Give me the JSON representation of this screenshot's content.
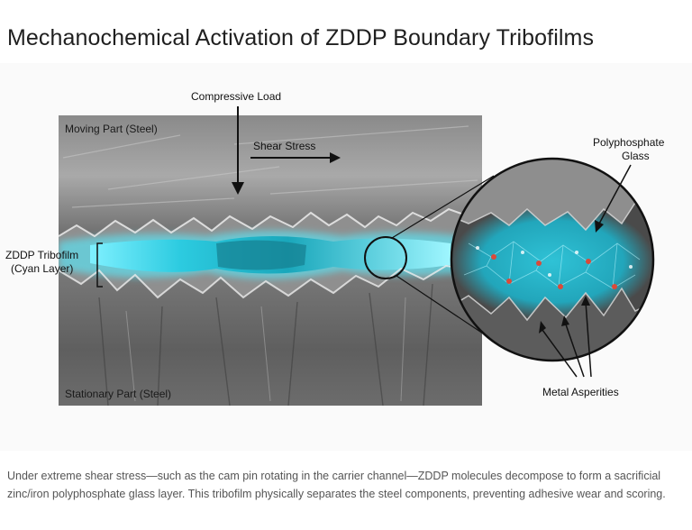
{
  "title": "Mechanochemical Activation of ZDDP Boundary Tribofilms",
  "labels": {
    "compressive_load": "Compressive Load",
    "shear_stress": "Shear Stress",
    "moving_part": "Moving Part (Steel)",
    "stationary_part": "Stationary Part (Steel)",
    "tribofilm_line1": "ZDDP Tribofilm",
    "tribofilm_line2": "(Cyan Layer)",
    "polyphosphate_line1": "Polyphosphate",
    "polyphosphate_line2": "Glass",
    "metal_asperities": "Metal Asperities"
  },
  "caption": "Under extreme shear stress—such as the cam pin rotating in the carrier channel—ZDDP molecules decompose to form a sacrificial zinc/iron polyphosphate glass layer. This tribofilm physically separates the steel components, preventing adhesive wear and scoring.",
  "colors": {
    "cyan": "#3fd3e6",
    "steel_light": "#bdbdbd",
    "steel_dark": "#5a5a5a"
  }
}
